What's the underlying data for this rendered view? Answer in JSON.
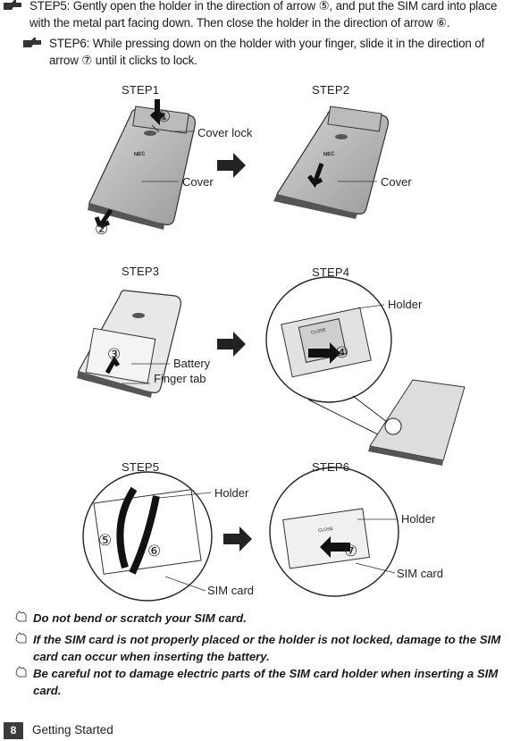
{
  "instructions": [
    {
      "text": "STEP5: Gently open the holder in the direction of arrow ⑤, and put the SIM card into place with the metal part facing down. Then close the holder in the direction of arrow ⑥."
    },
    {
      "text": "STEP6: While pressing down on the holder with your finger, slide it in the direction of arrow ⑦ until it clicks to lock."
    }
  ],
  "figure": {
    "steps": [
      "STEP1",
      "STEP2",
      "STEP3",
      "STEP4",
      "STEP5",
      "STEP6"
    ],
    "callouts": {
      "cover_lock": "Cover lock",
      "cover_left": "Cover",
      "cover_right": "Cover",
      "battery": "Battery",
      "finger_tab": "Finger tab",
      "holder_step4": "Holder",
      "holder_step5": "Holder",
      "sim_card_step5": "SIM card",
      "holder_step6": "Holder",
      "sim_card_step6": "SIM card"
    },
    "markers": [
      "①",
      "②",
      "③",
      "④",
      "⑤",
      "⑥",
      "⑦"
    ],
    "phone_brand": "NEC",
    "holder_text": "CLOSE"
  },
  "notes": [
    "Do not bend or scratch your SIM card.",
    "If the SIM card is not properly placed or the holder is not locked, damage to the SIM card can occur when inserting the battery.",
    "Be careful not to damage electric parts of the SIM card holder when inserting a SIM card."
  ],
  "footer": {
    "page_number": "8",
    "section": "Getting Started"
  }
}
